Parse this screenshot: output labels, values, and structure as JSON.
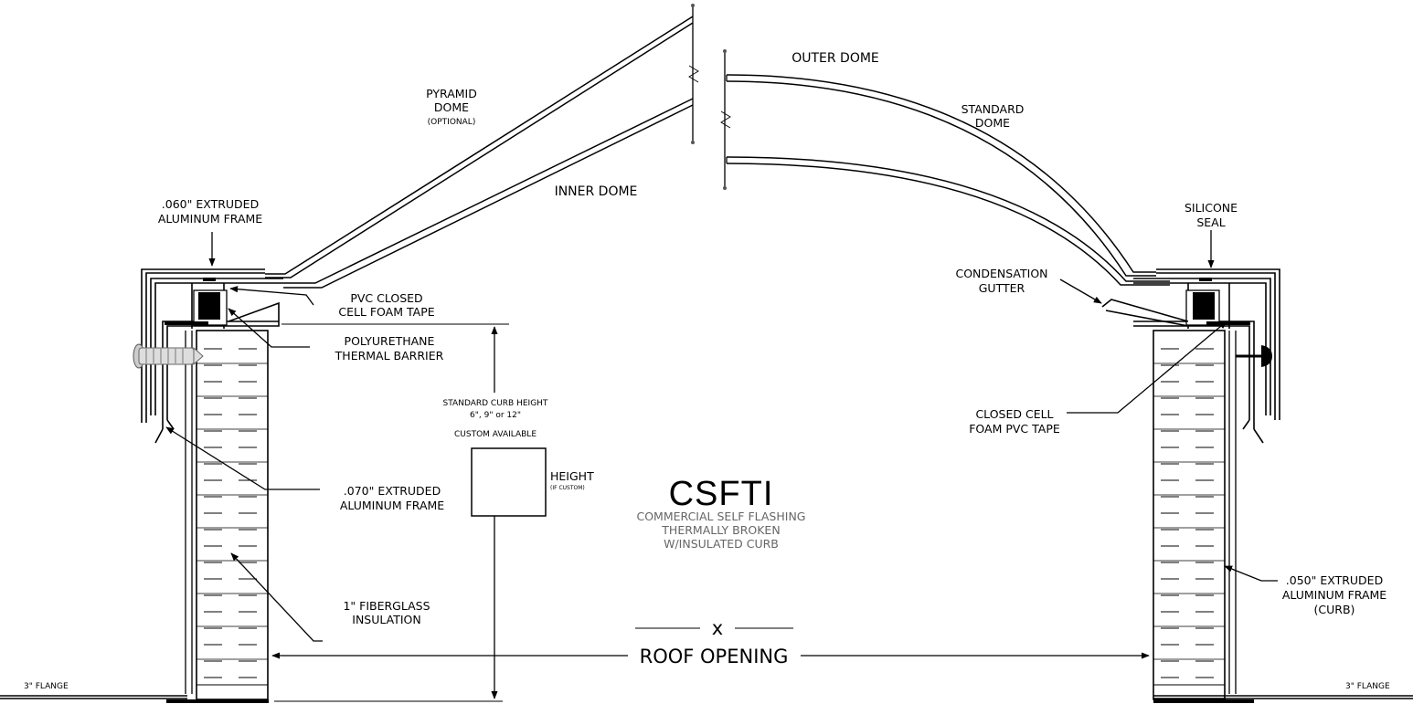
{
  "labels": {
    "outer_dome": "Outer Dome",
    "inner_dome": "Inner Dome",
    "pyramid_dome": [
      "Pyramid",
      "Dome"
    ],
    "pyramid_optional": "(Optional)",
    "standard_dome": [
      "Standard",
      "Dome"
    ],
    "frame_060": [
      ".060\" Extruded",
      "Aluminum Frame"
    ],
    "pvc_tape": [
      "PVC closed",
      "cell foam tape"
    ],
    "polyurethane": [
      "Polyurethane",
      "Thermal Barrier"
    ],
    "frame_070": [
      ".070\" Extruded",
      "Aluminum Frame"
    ],
    "fiberglass": [
      "1\" Fiberglass",
      "Insulation"
    ],
    "curb_height": [
      "Standard Curb Height",
      "6\", 9\" or 12\"",
      "Custom Available"
    ],
    "height": "Height",
    "height_custom": "(If Custom)",
    "silicone": [
      "Silicone",
      "Seal"
    ],
    "gutter": [
      "Condensation",
      "Gutter"
    ],
    "closed_cell": [
      "Closed Cell",
      "Foam PVC Tape"
    ],
    "frame_050": [
      ".050\" Extruded",
      "Aluminum Frame",
      "(Curb)"
    ],
    "flange_left": "3\" Flange",
    "flange_right": "3\" Flange",
    "x_label": "X",
    "roof_opening": "Roof Opening"
  },
  "title": {
    "main": "CSFTI",
    "sub": [
      "Commercial Self Flashing",
      "Thermally Broken",
      "w/Insulated Curb"
    ]
  }
}
